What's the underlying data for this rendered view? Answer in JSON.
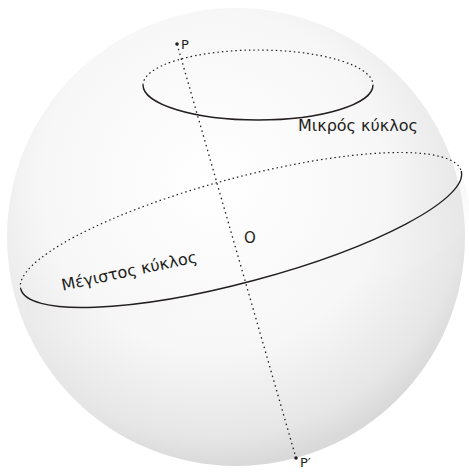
{
  "diagram": {
    "labels": [
      "P",
      "Μικρός κύκλος",
      "O",
      "Μέγιστος κύκλος",
      "P′"
    ]
  }
}
